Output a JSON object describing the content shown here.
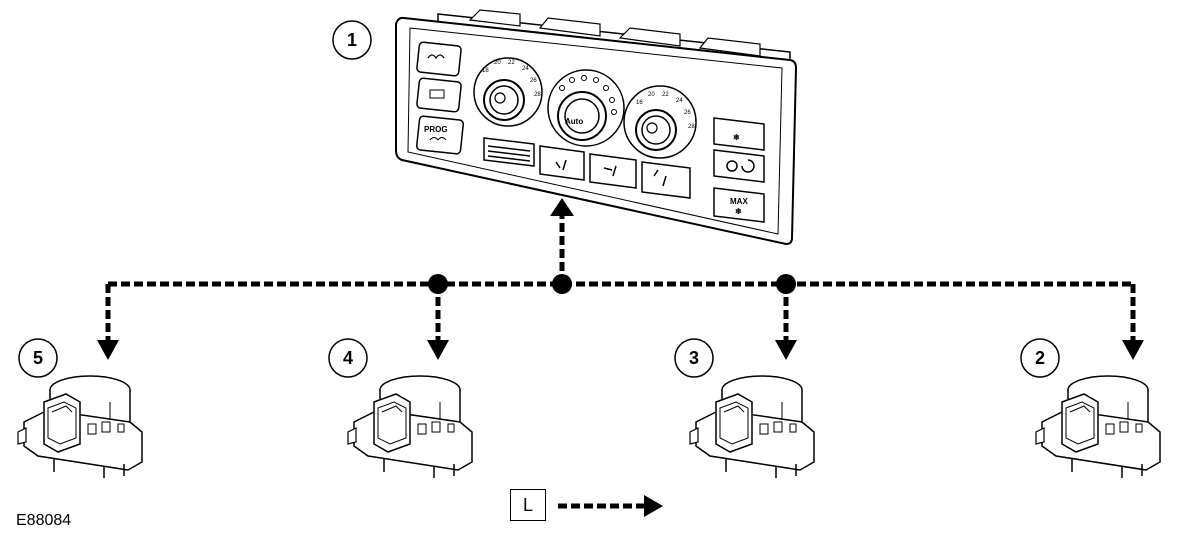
{
  "figure_id": "E88084",
  "legend": {
    "label": "L"
  },
  "callouts": [
    {
      "id": "callout-1",
      "label": "1"
    },
    {
      "id": "callout-2",
      "label": "2"
    },
    {
      "id": "callout-3",
      "label": "3"
    },
    {
      "id": "callout-4",
      "label": "4"
    },
    {
      "id": "callout-5",
      "label": "5"
    }
  ],
  "panel": {
    "knob_left_ticks": [
      "18",
      "20",
      "22",
      "24",
      "26",
      "28"
    ],
    "knob_right_ticks": [
      "16",
      "20",
      "22",
      "24",
      "26",
      "28"
    ],
    "auto_label": "Auto",
    "prog_label": "PROG",
    "max_label": "MAX"
  }
}
